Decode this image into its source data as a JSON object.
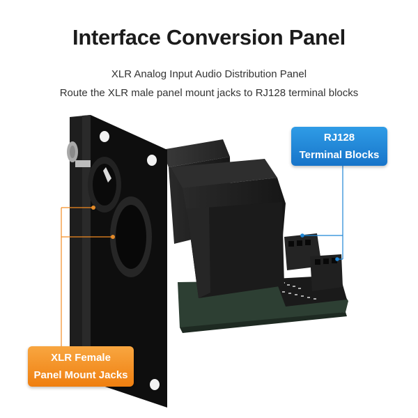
{
  "header": {
    "title": "Interface Conversion Panel",
    "subtitle_line1": "XLR Analog Input Audio Distribution Panel",
    "subtitle_line2": "Route the XLR male panel mount jacks to RJ128 terminal blocks"
  },
  "callouts": {
    "terminal": {
      "line1": "RJ128",
      "line2": "Terminal Blocks"
    },
    "xlr": {
      "line1": "XLR Female",
      "line2": "Panel Mount Jacks"
    }
  },
  "colors": {
    "callout_blue": "#1f86d6",
    "callout_orange": "#f38c22",
    "panel": "#1a1a1a",
    "pcb": "#2a3f33"
  }
}
